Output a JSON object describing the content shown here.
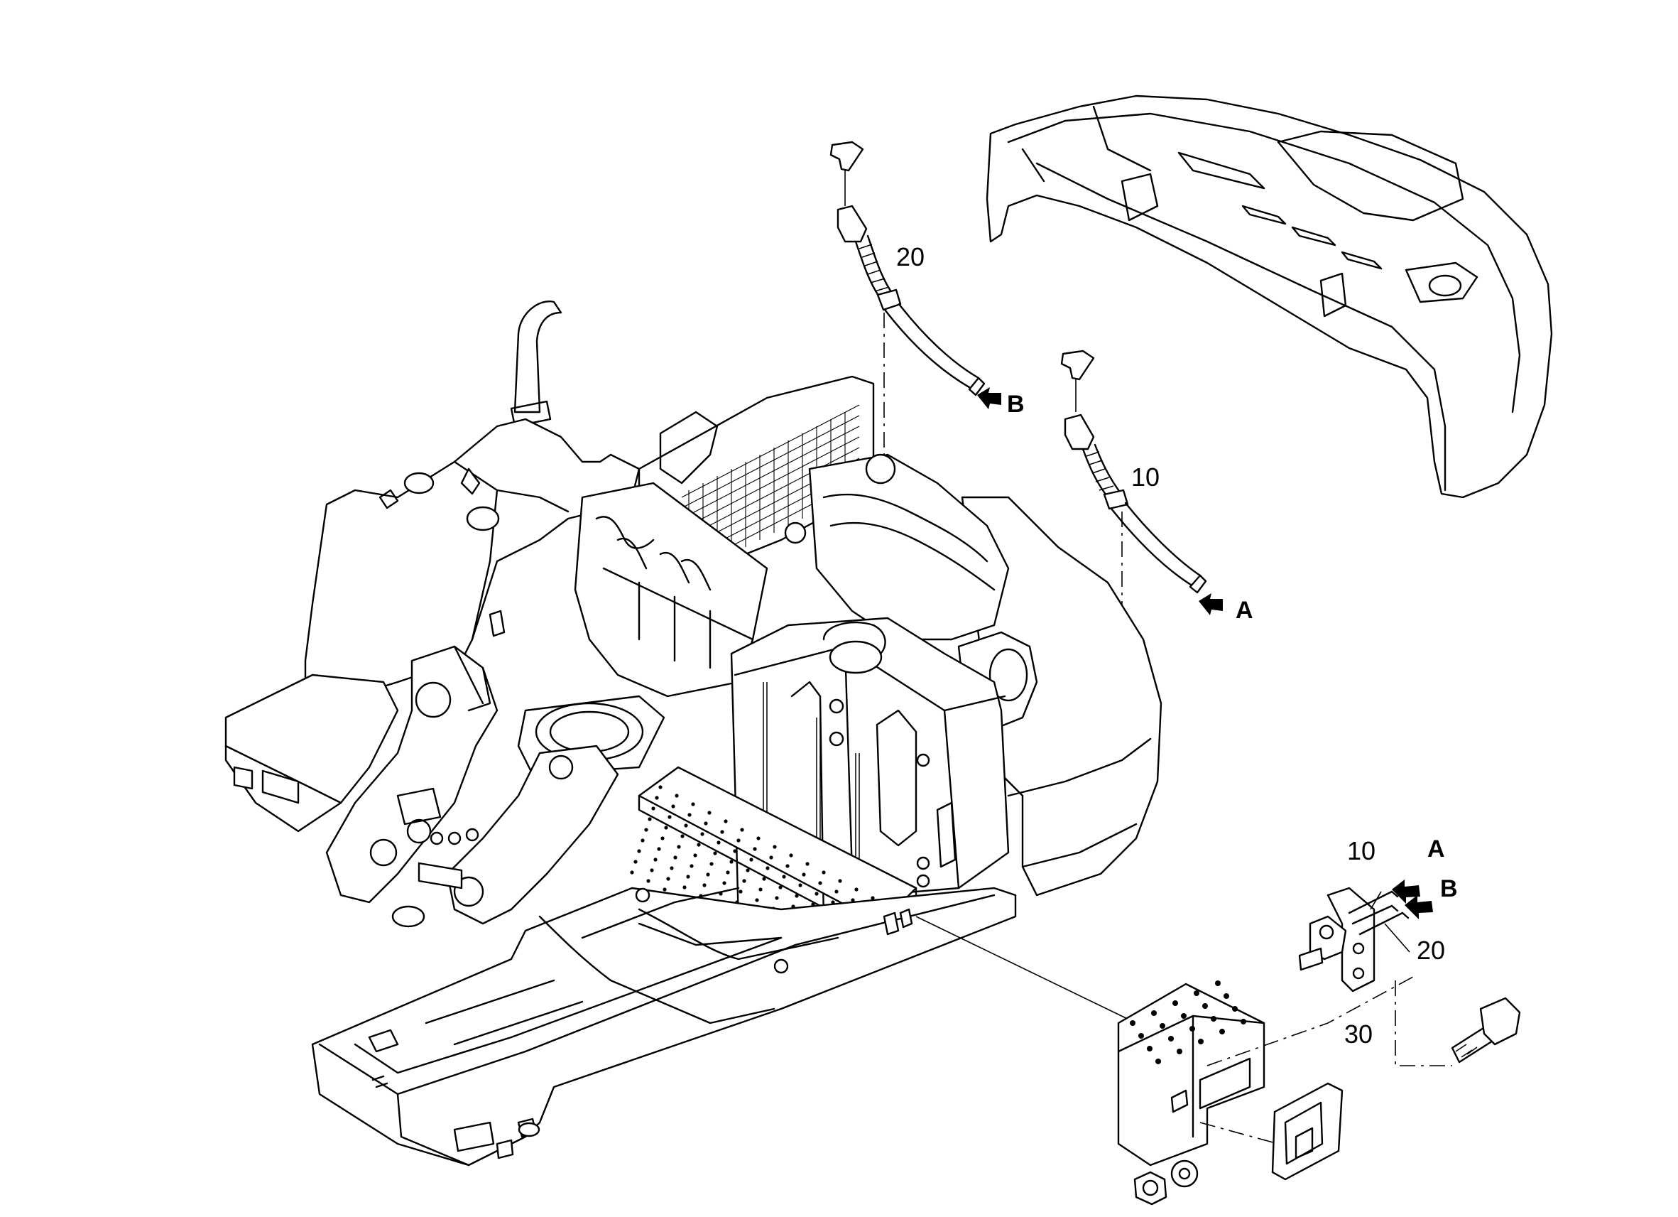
{
  "callouts": {
    "n20_top": "20",
    "n10_top": "10",
    "letter_b_top": "B",
    "letter_a_top": "A",
    "n10_bottom": "10",
    "letter_a_bottom": "A",
    "letter_b_bottom": "B",
    "n20_bottom": "20",
    "n30": "30"
  },
  "icons": {
    "arrow": "filled-pointer-arrow"
  }
}
